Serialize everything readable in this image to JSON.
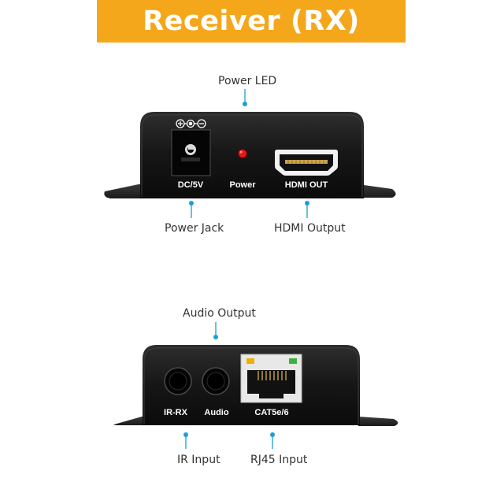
{
  "header": {
    "title": "Receiver (RX)"
  },
  "colors": {
    "accent": "#f4a71b",
    "pointer": "#1a9fd8",
    "device": "#1c1c1c",
    "led": "#e21b1b"
  },
  "top_panel": {
    "device_labels": {
      "power_jack": "DC/5V",
      "led": "Power",
      "hdmi": "HDMI OUT"
    },
    "callouts": {
      "power_led": "Power LED",
      "power_jack": "Power Jack",
      "hdmi_output": "HDMI Output"
    },
    "polarity_icon": "dc-polarity-icon"
  },
  "bottom_panel": {
    "device_labels": {
      "ir": "IR-RX",
      "audio": "Audio",
      "rj45": "CAT5e/6"
    },
    "callouts": {
      "audio_output": "Audio Output",
      "ir_input": "IR Input",
      "rj45_input": "RJ45 Input"
    }
  }
}
